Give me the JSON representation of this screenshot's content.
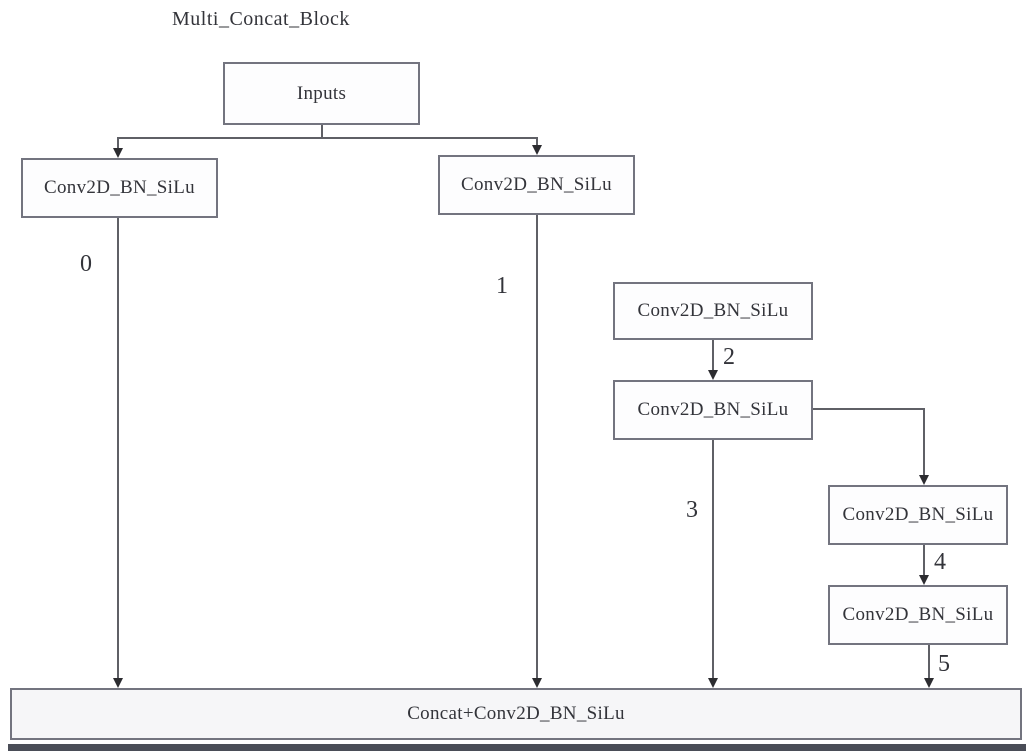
{
  "diagram": {
    "title": "Multi_Concat_Block",
    "nodes": {
      "inputs": {
        "label": "Inputs"
      },
      "conv_left": {
        "label": "Conv2D_BN_SiLu"
      },
      "conv_mid": {
        "label": "Conv2D_BN_SiLu"
      },
      "conv_right_1": {
        "label": "Conv2D_BN_SiLu"
      },
      "conv_right_2": {
        "label": "Conv2D_BN_SiLu"
      },
      "conv_right_3": {
        "label": "Conv2D_BN_SiLu"
      },
      "conv_right_4": {
        "label": "Conv2D_BN_SiLu"
      },
      "concat": {
        "label": "Concat+Conv2D_BN_SiLu"
      }
    },
    "edge_labels": {
      "branch0": "0",
      "branch1": "1",
      "branch2": "2",
      "branch3": "3",
      "branch4": "4",
      "branch5": "5"
    },
    "edges": [
      {
        "from": "inputs",
        "to": "conv_left",
        "label": ""
      },
      {
        "from": "inputs",
        "to": "conv_mid",
        "label": ""
      },
      {
        "from": "conv_left",
        "to": "concat",
        "label": "0"
      },
      {
        "from": "conv_mid",
        "to": "concat",
        "label": "1"
      },
      {
        "from": "conv_right_1",
        "to": "conv_right_2",
        "label": "2"
      },
      {
        "from": "conv_right_2",
        "to": "conv_right_3",
        "label": ""
      },
      {
        "from": "conv_right_2",
        "to": "concat",
        "label": "3"
      },
      {
        "from": "conv_right_3",
        "to": "conv_right_4",
        "label": "4"
      },
      {
        "from": "conv_right_4",
        "to": "concat",
        "label": "5"
      }
    ],
    "colors": {
      "box_border": "#73747f",
      "box_fill": "#fdfdfe",
      "concat_fill": "#f6f6f8",
      "line": "#5f6066",
      "arrow": "#2c2c30",
      "text": "#33343a",
      "bottom_bar": "#4a4d57",
      "background": "#ffffff"
    }
  }
}
